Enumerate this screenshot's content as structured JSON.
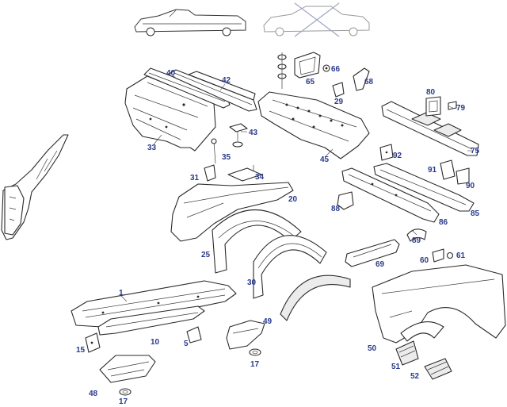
{
  "colors": {
    "callout": "#2b3a8c",
    "outline": "#2a2a2a",
    "cross_out": "#9aa7c0"
  },
  "callouts": [
    {
      "id": "p1",
      "text": "1"
    },
    {
      "id": "p5",
      "text": "5"
    },
    {
      "id": "p10",
      "text": "10"
    },
    {
      "id": "p15",
      "text": "15"
    },
    {
      "id": "p17a",
      "text": "17"
    },
    {
      "id": "p17b",
      "text": "17"
    },
    {
      "id": "p20",
      "text": "20"
    },
    {
      "id": "p25",
      "text": "25"
    },
    {
      "id": "p29",
      "text": "29"
    },
    {
      "id": "p30",
      "text": "30"
    },
    {
      "id": "p31",
      "text": "31"
    },
    {
      "id": "p33",
      "text": "33"
    },
    {
      "id": "p34",
      "text": "34"
    },
    {
      "id": "p35",
      "text": "35"
    },
    {
      "id": "p40",
      "text": "40"
    },
    {
      "id": "p42",
      "text": "42"
    },
    {
      "id": "p43",
      "text": "43"
    },
    {
      "id": "p45",
      "text": "45"
    },
    {
      "id": "p48",
      "text": "48"
    },
    {
      "id": "p49",
      "text": "49"
    },
    {
      "id": "p50",
      "text": "50"
    },
    {
      "id": "p51",
      "text": "51"
    },
    {
      "id": "p52",
      "text": "52"
    },
    {
      "id": "p60",
      "text": "60"
    },
    {
      "id": "p61",
      "text": "61"
    },
    {
      "id": "p65",
      "text": "65"
    },
    {
      "id": "p66",
      "text": "66"
    },
    {
      "id": "p68",
      "text": "68"
    },
    {
      "id": "p69",
      "text": "69"
    },
    {
      "id": "p75",
      "text": "75"
    },
    {
      "id": "p79",
      "text": "79"
    },
    {
      "id": "p80",
      "text": "80"
    },
    {
      "id": "p85",
      "text": "85"
    },
    {
      "id": "p86",
      "text": "86"
    },
    {
      "id": "p88",
      "text": "88"
    },
    {
      "id": "p89",
      "text": "89"
    },
    {
      "id": "p90",
      "text": "90"
    },
    {
      "id": "p91",
      "text": "91"
    },
    {
      "id": "p92",
      "text": "92"
    }
  ]
}
